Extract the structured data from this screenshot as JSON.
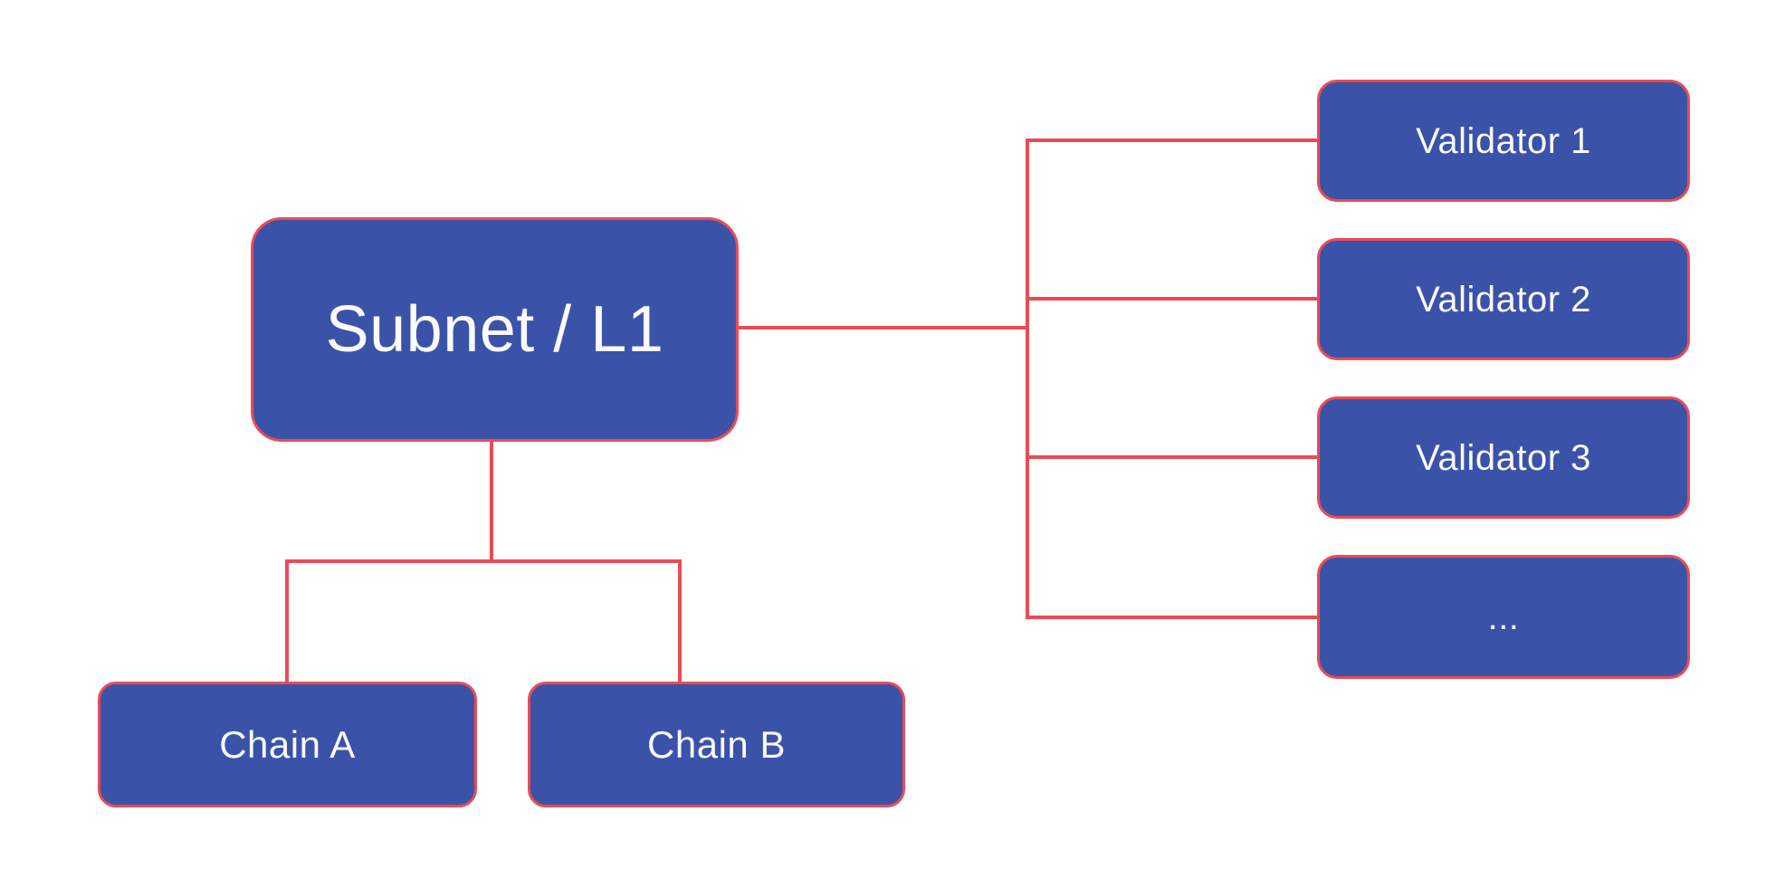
{
  "colors": {
    "background": "#FFFFFF",
    "node_fill": "#3B52A9",
    "edge": "#E94C55",
    "label": "#FAFAFA"
  },
  "nodes": {
    "subnet": {
      "label": "Subnet / L1"
    },
    "chain_a": {
      "label": "Chain A"
    },
    "chain_b": {
      "label": "Chain B"
    },
    "validator_1": {
      "label": "Validator 1"
    },
    "validator_2": {
      "label": "Validator 2"
    },
    "validator_3": {
      "label": "Validator 3"
    },
    "validator_more": {
      "label": "..."
    }
  },
  "edges": [
    {
      "from": "subnet",
      "to": "chain_a"
    },
    {
      "from": "subnet",
      "to": "chain_b"
    },
    {
      "from": "subnet",
      "to": "validator_1"
    },
    {
      "from": "subnet",
      "to": "validator_2"
    },
    {
      "from": "subnet",
      "to": "validator_3"
    },
    {
      "from": "subnet",
      "to": "validator_more"
    }
  ]
}
